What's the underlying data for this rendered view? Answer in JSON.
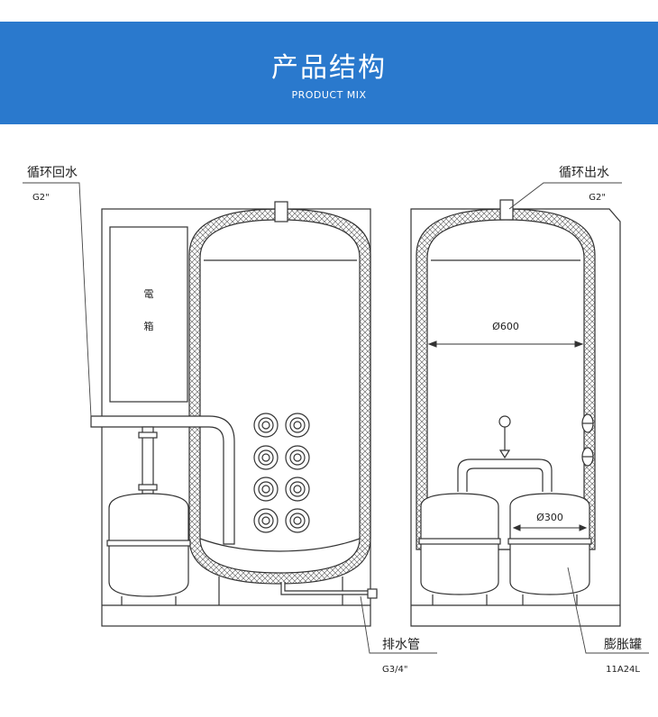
{
  "header": {
    "title": "产品结构",
    "subtitle": "PRODUCT MIX",
    "background_color": "#2a79cd"
  },
  "labels": {
    "return_inlet": {
      "name": "循环回水",
      "size": "G2\""
    },
    "supply_outlet": {
      "name": "循环出水",
      "size": "G2\""
    },
    "drain": {
      "name": "排水管",
      "size": "G3/4\""
    },
    "expansion_tank": {
      "name": "膨胀罐",
      "model": "11A24L"
    },
    "electrical_box": [
      "電",
      "箱"
    ],
    "tank_diameter": "Ø600",
    "expansion_diameter": "Ø300"
  }
}
